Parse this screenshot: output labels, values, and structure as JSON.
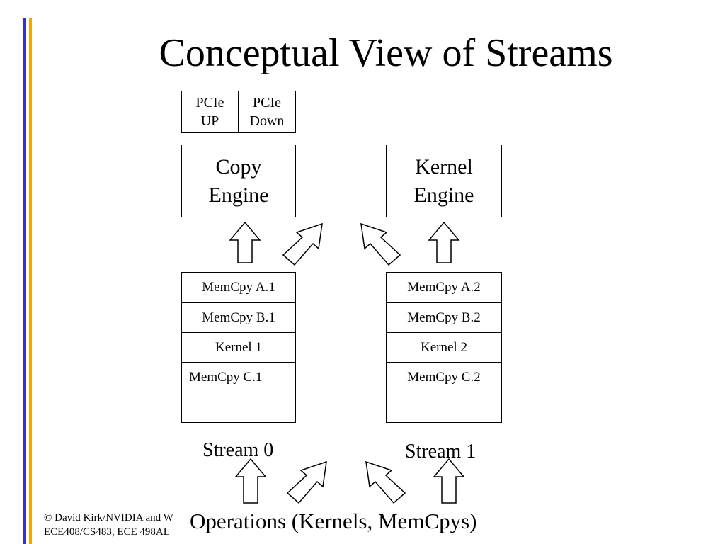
{
  "title": "Conceptual View of Streams",
  "colors": {
    "bar_blue": "#3333cc",
    "bar_orange": "#f7a600",
    "stroke": "#000000",
    "background": "#ffffff"
  },
  "pcie": {
    "up_label": "PCIe\nUP",
    "down_label": "PCIe\nDown"
  },
  "engines": {
    "copy_label": "Copy\nEngine",
    "kernel_label": "Kernel\nEngine"
  },
  "stream0": {
    "label": "Stream 0",
    "ops": [
      "MemCpy A.1",
      "MemCpy B.1",
      "Kernel 1",
      "MemCpy C.1",
      ""
    ]
  },
  "stream1": {
    "label": "Stream 1",
    "ops": [
      "MemCpy A.2",
      "MemCpy B.2",
      "Kernel 2",
      "MemCpy C.2",
      ""
    ]
  },
  "operations_label": "Operations (Kernels, MemCpys)",
  "footer": "© David Kirk/NVIDIA and W\nECE408/CS483, ECE 498AL"
}
